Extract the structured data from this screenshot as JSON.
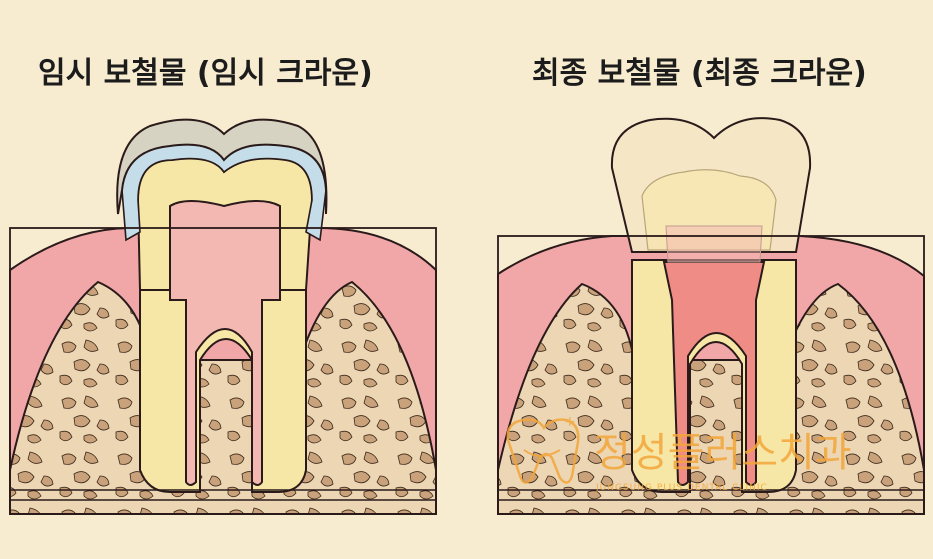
{
  "panels": [
    {
      "title": "임시 보철물 (임시 크라운)"
    },
    {
      "title": "최종 보철물 (최종 크라운)"
    }
  ],
  "watermark": {
    "text": "정성플러스치과",
    "subtext": "JUNGSUNG PLUS DENTAL CLINIC",
    "logo": "tooth-logo-icon"
  },
  "colors": {
    "background": "#f8ecd0",
    "gum": "#f1a7a7",
    "bone": "#ecd6b4",
    "bone_spots": "#c8a07a",
    "dentin": "#f7e7a6",
    "pulp": "#f4b8b2",
    "temporary_crown": "#d7d3c2",
    "cement": "#c4dde8",
    "final_crown": "#f4e6c4",
    "watermark": "#f3a63a"
  }
}
